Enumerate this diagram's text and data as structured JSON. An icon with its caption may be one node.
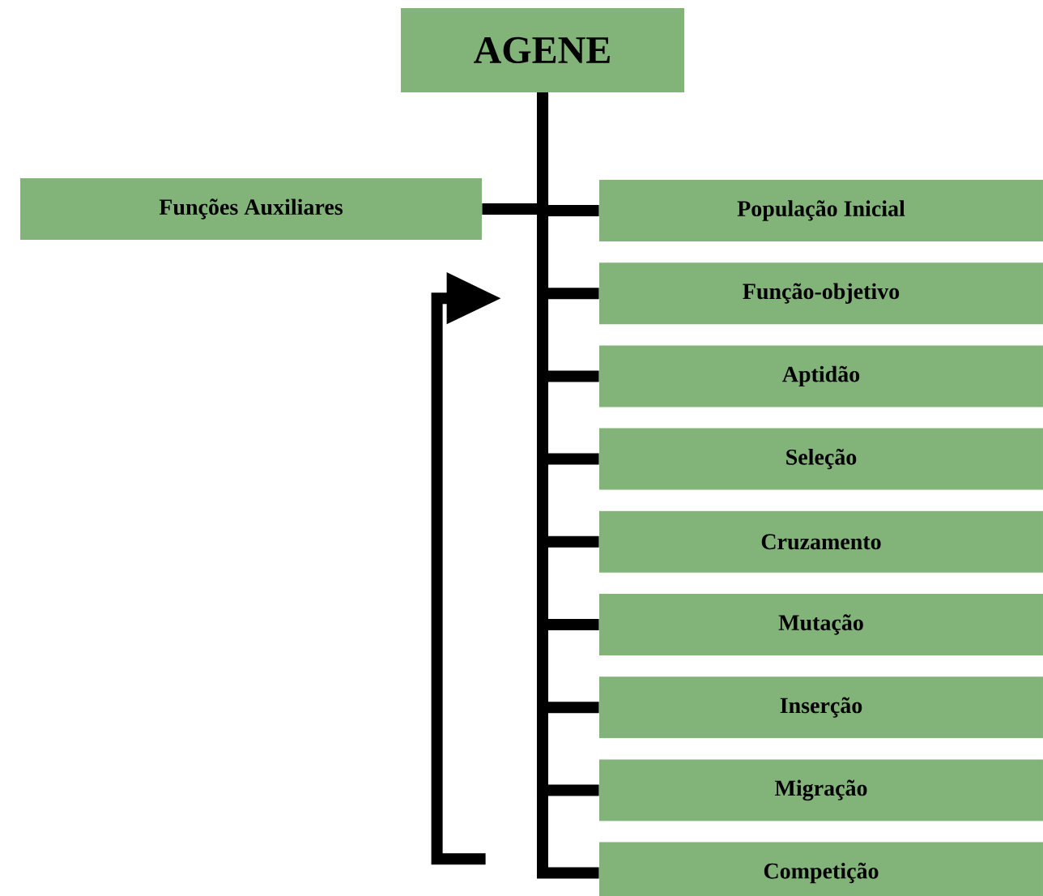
{
  "diagram": {
    "nodes": [
      {
        "text": [
          "AGENE"
        ]
      },
      {
        "text": [
          "Funções Auxiliares"
        ]
      },
      {
        "text": [
          "População Inicial"
        ]
      },
      {
        "text": [
          "Função-objetivo"
        ]
      },
      {
        "text": [
          "Aptidão"
        ]
      },
      {
        "text": [
          "Seleção"
        ]
      },
      {
        "text": [
          "Cruzamento"
        ]
      },
      {
        "text": [
          "Mutação"
        ]
      },
      {
        "text": [
          "Inserção"
        ]
      },
      {
        "text": [
          "Migração"
        ]
      },
      {
        "text": [
          "Competição"
        ]
      }
    ],
    "edges": [
      {
        "from": 1,
        "to": 0,
        "arrow": "none"
      },
      {
        "from": 0,
        "to": 2,
        "arrow": "none"
      },
      {
        "from": 0,
        "to": 3,
        "arrow": "none"
      },
      {
        "from": 0,
        "to": 4,
        "arrow": "none"
      },
      {
        "from": 0,
        "to": 5,
        "arrow": "none"
      },
      {
        "from": 0,
        "to": 6,
        "arrow": "none"
      },
      {
        "from": 0,
        "to": 7,
        "arrow": "none"
      },
      {
        "from": 0,
        "to": 8,
        "arrow": "none"
      },
      {
        "from": 0,
        "to": 9,
        "arrow": "none"
      },
      {
        "from": 0,
        "to": 10,
        "arrow": "none"
      },
      {
        "from": null,
        "to": 3,
        "arrow": "to"
      }
    ]
  }
}
